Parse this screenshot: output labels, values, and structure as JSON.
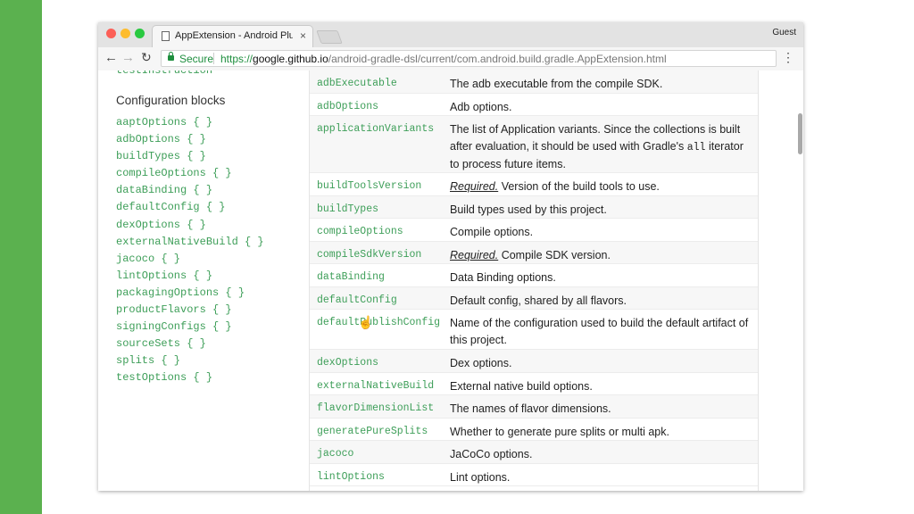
{
  "browser": {
    "tab_title": "AppExtension - Android Plugin",
    "tab_close": "×",
    "profile": "Guest",
    "secure_label": "Secure",
    "url_scheme": "https://",
    "url_host": "google.github.io",
    "url_path": "/android-gradle-dsl/current/com.android.build.gradle.AppExtension.html",
    "nav_back": "←",
    "nav_forward": "→",
    "nav_reload": "↻",
    "menu": "⋮"
  },
  "sidebar": {
    "cut_item": "testInstruction",
    "heading": "Configuration blocks",
    "items": [
      "aaptOptions { }",
      "adbOptions { }",
      "buildTypes { }",
      "compileOptions { }",
      "dataBinding { }",
      "defaultConfig { }",
      "dexOptions { }",
      "externalNativeBuild { }",
      "jacoco { }",
      "lintOptions { }",
      "packagingOptions { }",
      "productFlavors { }",
      "signingConfigs { }",
      "sourceSets { }",
      "splits { }",
      "testOptions { }"
    ]
  },
  "properties": [
    {
      "name": "adbExecutable",
      "description": "The adb executable from the compile SDK."
    },
    {
      "name": "adbOptions",
      "description": "Adb options."
    },
    {
      "name": "applicationVariants",
      "desc_before": "The list of Application variants. Since the collections is built after evaluation, it should be used with Gradle's",
      "code": "all",
      "desc_after": "iterator to process future items."
    },
    {
      "name": "buildToolsVersion",
      "required": "Required.",
      "description": "Version of the build tools to use."
    },
    {
      "name": "buildTypes",
      "description": "Build types used by this project."
    },
    {
      "name": "compileOptions",
      "description": "Compile options."
    },
    {
      "name": "compileSdkVersion",
      "required": "Required.",
      "description": "Compile SDK version."
    },
    {
      "name": "dataBinding",
      "description": "Data Binding options."
    },
    {
      "name": "defaultConfig",
      "description": "Default config, shared by all flavors."
    },
    {
      "name": "defaultPublishConfig",
      "description": "Name of the configuration used to build the default artifact of this project."
    },
    {
      "name": "dexOptions",
      "description": "Dex options."
    },
    {
      "name": "externalNativeBuild",
      "description": "External native build options."
    },
    {
      "name": "flavorDimensionList",
      "description": "The names of flavor dimensions."
    },
    {
      "name": "generatePureSplits",
      "description": "Whether to generate pure splits or multi apk."
    },
    {
      "name": "jacoco",
      "description": "JaCoCo options."
    },
    {
      "name": "lintOptions",
      "description": "Lint options."
    }
  ]
}
